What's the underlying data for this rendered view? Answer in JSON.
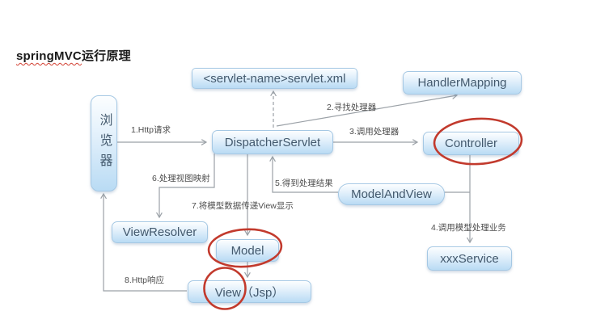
{
  "title": {
    "en": "springMVC",
    "zh": "运行原理"
  },
  "diagram": {
    "nodes": {
      "browser": {
        "label": "浏览器"
      },
      "servlet_xml": {
        "label": "<servlet-name>servlet.xml"
      },
      "handler_mapping": {
        "label": "HandlerMapping"
      },
      "dispatcher_servlet": {
        "label": "DispatcherServlet"
      },
      "controller": {
        "label": "Controller"
      },
      "model_and_view": {
        "label": "ModelAndView"
      },
      "view_resolver": {
        "label": "ViewResolver"
      },
      "model": {
        "label": "Model"
      },
      "view": {
        "label": "View（Jsp）"
      },
      "xxx_service": {
        "label": "xxxService"
      }
    },
    "edge_labels": {
      "e1": "1.Http请求",
      "e2": "2.寻找处理器",
      "e3": "3.调用处理器",
      "e4": "4.调用模型处理业务",
      "e5": "5.得到处理结果",
      "e6": "6.处理视图映射",
      "e7": "7.将模型数据传递View显示",
      "e8": "8.Http响应"
    },
    "red_circled_nodes": [
      "Controller",
      "Model",
      "View"
    ],
    "colors": {
      "node_fill_top": "#fcfeff",
      "node_fill_bottom": "#b9dbf4",
      "node_border": "#a5c8e4",
      "node_text": "#43596d",
      "arrow": "#9ba1a7",
      "annotation_red": "#c23a2d",
      "background": "#ffffff"
    }
  }
}
